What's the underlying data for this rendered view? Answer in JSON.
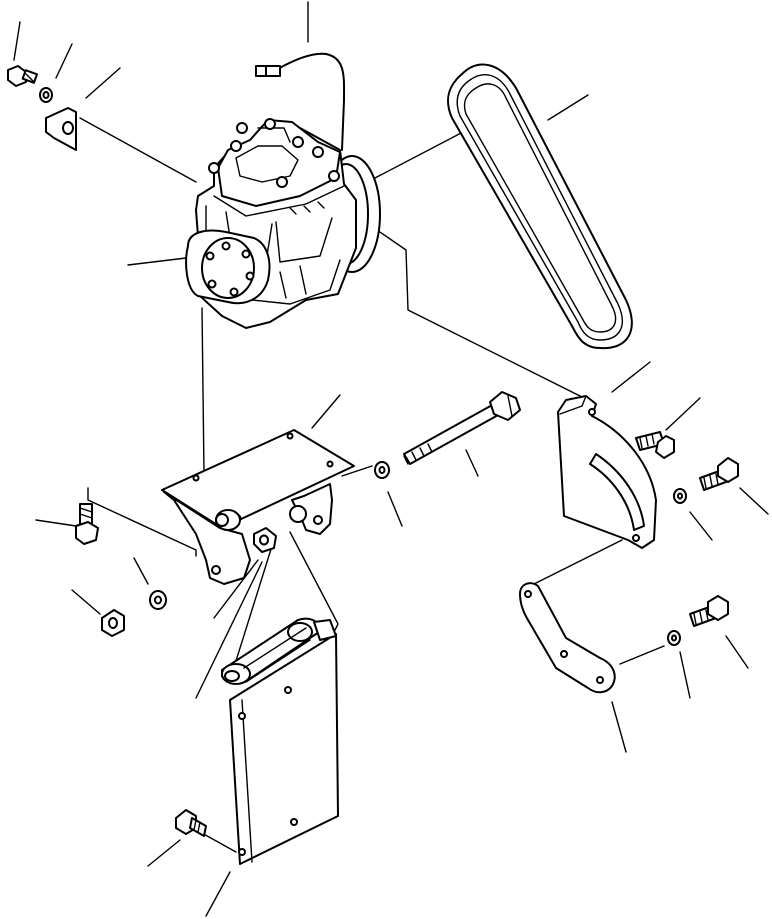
{
  "diagram": {
    "kind": "exploded-parts-view",
    "background": "#ffffff",
    "line_color": "#000000",
    "parts": [
      "compressor",
      "v-belt",
      "compressor-mount-bracket",
      "adjusting-bracket",
      "adjusting-link",
      "support-bracket",
      "long-bolt",
      "wire-harness-connector",
      "clip-bracket",
      "bolt",
      "washer",
      "nut"
    ]
  }
}
